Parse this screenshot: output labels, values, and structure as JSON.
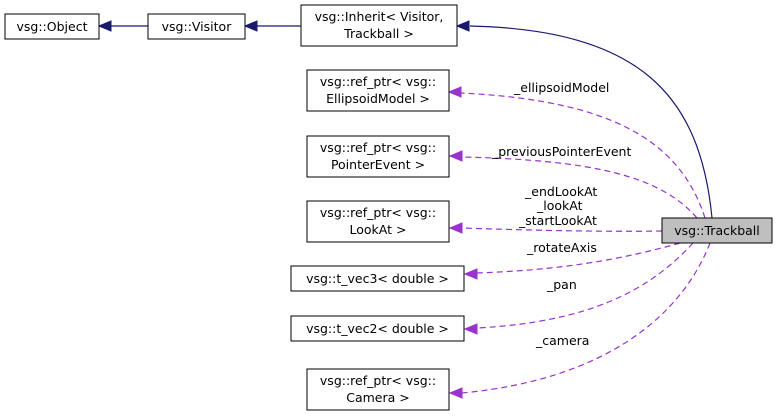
{
  "colors": {
    "inheritance_edge": "#191970",
    "member_edge": "#9a32cd",
    "focus_fill": "#bfbfbf",
    "node_fill": "#ffffff"
  },
  "nodes": {
    "object": [
      "vsg::Object"
    ],
    "visitor": [
      "vsg::Visitor"
    ],
    "inherit": [
      "vsg::Inherit< Visitor,",
      "Trackball >"
    ],
    "ellipsoid": [
      "vsg::ref_ptr< vsg::",
      "EllipsoidModel >"
    ],
    "pointer": [
      "vsg::ref_ptr< vsg::",
      "PointerEvent >"
    ],
    "lookat": [
      "vsg::ref_ptr< vsg::",
      "LookAt >"
    ],
    "vec3": [
      "vsg::t_vec3< double >"
    ],
    "vec2": [
      "vsg::t_vec2< double >"
    ],
    "camera": [
      "vsg::ref_ptr< vsg::",
      "Camera >"
    ],
    "trackball": [
      "vsg::Trackball"
    ]
  },
  "edge_labels": {
    "ellipsoid": [
      "_ellipsoidModel"
    ],
    "pointer": [
      "_previousPointerEvent"
    ],
    "lookat": [
      "_endLookAt",
      "_lookAt",
      "_startLookAt"
    ],
    "vec3": [
      "_rotateAxis"
    ],
    "vec2": [
      "_pan"
    ],
    "camera": [
      "_camera"
    ]
  }
}
